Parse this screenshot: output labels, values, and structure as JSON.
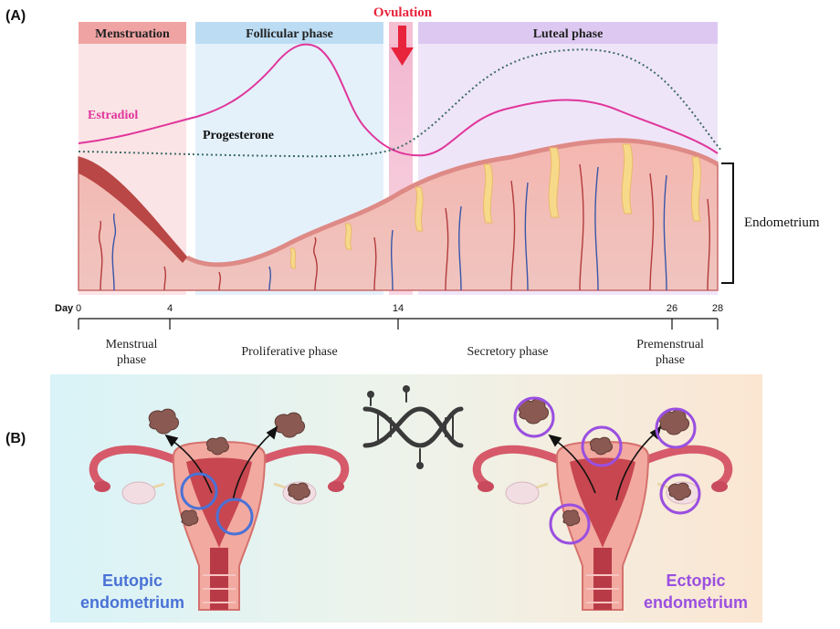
{
  "panel_a": {
    "label": "(A)",
    "phases": {
      "menstruation": "Menstruation",
      "follicular": "Follicular phase",
      "ovulation": "Ovulation",
      "luteal": "Luteal phase"
    },
    "hormones": {
      "estradiol": "Estradiol",
      "progesterone": "Progesterone"
    },
    "endometrium_label": "Endometrium",
    "timeline": {
      "day_label": "Day",
      "ticks": [
        {
          "day": 0,
          "label": "0"
        },
        {
          "day": 4,
          "label": "4"
        },
        {
          "day": 14,
          "label": "14"
        },
        {
          "day": 26,
          "label": "26"
        },
        {
          "day": 28,
          "label": "28"
        }
      ],
      "phase_names": {
        "menstrual_line1": "Menstrual",
        "menstrual_line2": "phase",
        "proliferative": "Proliferative phase",
        "secretory": "Secretory phase",
        "premenstrual_line1": "Premenstrual",
        "premenstrual_line2": "phase"
      }
    }
  },
  "panel_b": {
    "label": "(B)",
    "eutopic_line1": "Eutopic",
    "eutopic_line2": "endometrium",
    "ectopic_line1": "Ectopic",
    "ectopic_line2": "endometrium"
  },
  "colors": {
    "estradiol": "#e0359b",
    "progesterone": "#3d6b66",
    "ovulation": "#e8233c",
    "eutopic": "#4a72d6",
    "ectopic": "#9a4fe0",
    "menstruation_band": "#f0a3a3",
    "follicular_band": "#bcdcf3",
    "luteal_band": "#dcc8f0"
  },
  "icons": [
    "down-arrow-icon",
    "dna-icon",
    "uterus-icon",
    "lesion-icon"
  ]
}
